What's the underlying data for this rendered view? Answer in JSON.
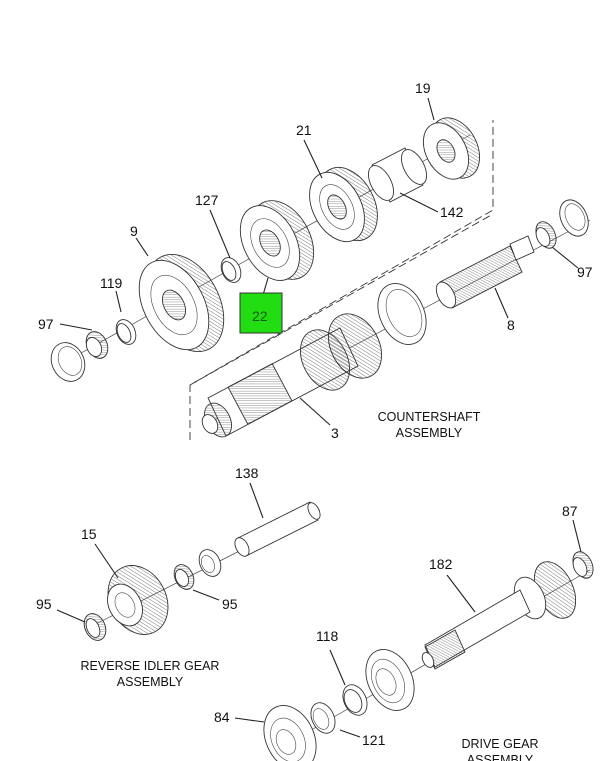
{
  "diagram": {
    "title": "Transmission gear exploded view",
    "highlight_color": "#22dd11",
    "assemblies": [
      {
        "name": "COUNTERSHAFT ASSEMBLY",
        "lines": [
          "COUNTERSHAFT",
          "ASSEMBLY"
        ]
      },
      {
        "name": "REVERSE IDLER GEAR ASSEMBLY",
        "lines": [
          "REVERSE IDLER GEAR",
          "ASSEMBLY"
        ]
      },
      {
        "name": "DRIVE GEAR ASSEMBLY",
        "lines": [
          "DRIVE GEAR",
          "ASSEMBLY"
        ]
      }
    ],
    "callouts": {
      "c19": "19",
      "c21": "21",
      "c142": "142",
      "c127": "127",
      "c9": "9",
      "c119": "119",
      "c97_left": "97",
      "c22": "22",
      "c97_right": "97",
      "c8": "8",
      "c3": "3",
      "c138": "138",
      "c15": "15",
      "c95_left": "95",
      "c95_right": "95",
      "c87": "87",
      "c182": "182",
      "c118": "118",
      "c84": "84",
      "c121": "121"
    },
    "highlighted_part": "22"
  }
}
